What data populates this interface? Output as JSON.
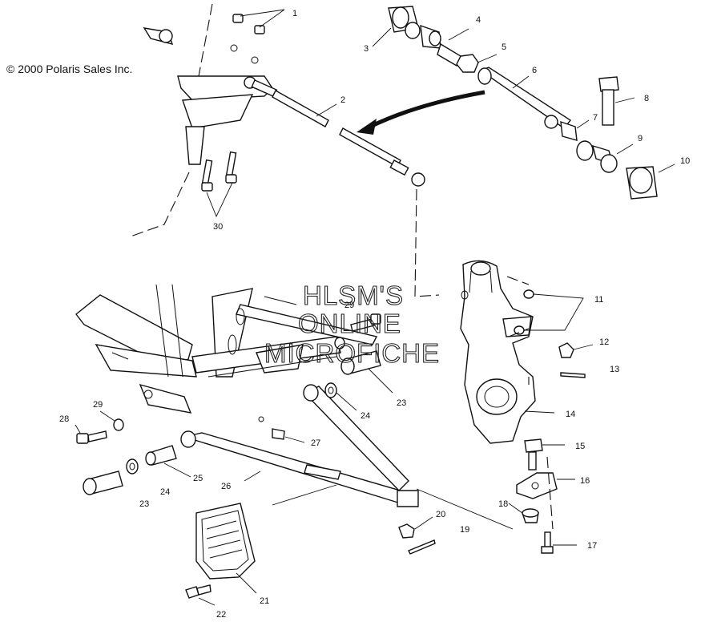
{
  "copyright": "© 2000 Polaris Sales Inc.",
  "watermark": {
    "line1": "HLSM'S",
    "line2": "ONLINE",
    "line3": "MICROFICHE"
  },
  "callouts": {
    "c1": "1",
    "c2": "2",
    "c3": "3",
    "c4": "4",
    "c5": "5",
    "c6": "6",
    "c7": "7",
    "c8": "8",
    "c9": "9",
    "c10": "10",
    "c11": "11",
    "c12": "12",
    "c13": "13",
    "c14": "14",
    "c15": "15",
    "c16": "16",
    "c17": "17",
    "c18": "18",
    "c19": "19",
    "c20": "20",
    "c21": "21",
    "c22": "22",
    "c23a": "23",
    "c23b": "23",
    "c24a": "24",
    "c24b": "24",
    "c25": "25",
    "c26": "26",
    "c27": "27",
    "c28": "28",
    "c29a": "29",
    "c29b": "29",
    "c30": "30"
  }
}
